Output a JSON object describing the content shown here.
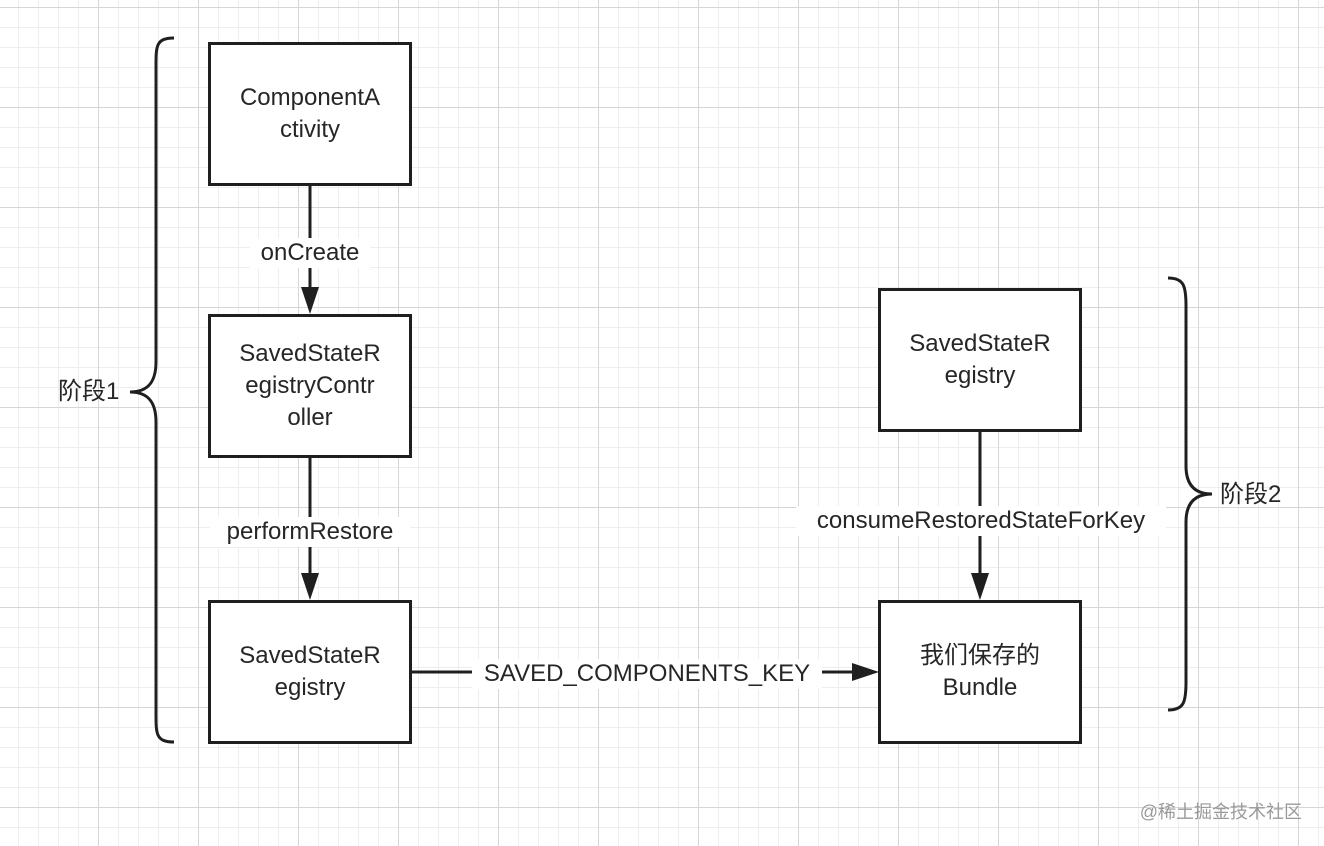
{
  "nodes": {
    "component_activity": "ComponentA\nctivity",
    "registry_controller": "SavedStateR\negistryContr\noller",
    "registry_left": "SavedStateR\negistry",
    "registry_right": "SavedStateR\negistry",
    "bundle": "我们保存的\nBundle"
  },
  "edges": {
    "on_create": "onCreate",
    "perform_restore": "performRestore",
    "saved_components_key": "SAVED_COMPONENTS_KEY",
    "consume_restored_state": "consumeRestoredStateForKey"
  },
  "stages": {
    "stage1": "阶段1",
    "stage2": "阶段2"
  },
  "watermark": "@稀土掘金技术社区",
  "colors": {
    "stroke": "#1f1f1f",
    "text": "#262626",
    "grid_major": "#d6d6d6",
    "grid_minor": "#eeeeee",
    "watermark": "#9a9a9a"
  }
}
